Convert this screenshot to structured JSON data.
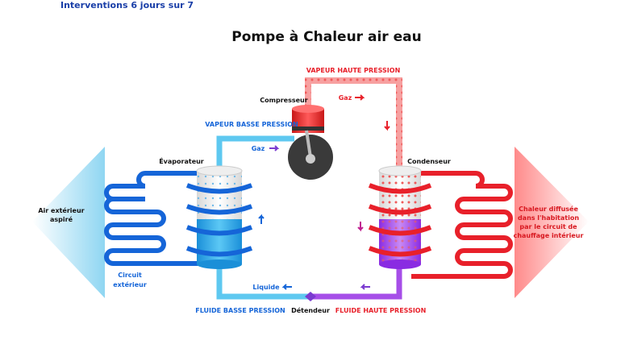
{
  "header_note": "Interventions 6 jours sur 7",
  "title": "Pompe à Chaleur air eau",
  "labels": {
    "vapeur_haute": "VAPEUR HAUTE PRESSION",
    "vapeur_basse": "VAPEUR BASSE PRESSION",
    "compresseur": "Compresseur",
    "gaz_top": "Gaz",
    "gaz_left": "Gaz",
    "evaporateur": "Évaporateur",
    "condenseur": "Condenseur",
    "air_line1": "Air extérieur",
    "air_line2": "aspiré",
    "circuit_line1": "Circuit",
    "circuit_line2": "extérieur",
    "chaleur_lines": [
      "Chaleur diffusée",
      "dans l'habitation",
      "par le circuit de",
      "chauffage intérieur"
    ],
    "liquide": "Liquide",
    "fluide_basse": "FLUIDE BASSE PRESSION",
    "detendeur": "Détendeur",
    "fluide_haute": "FLUIDE HAUTE PRESSION"
  },
  "colors": {
    "blue": "#1565d8",
    "light_blue": "#29aee6",
    "red": "#e8202a",
    "purple": "#9b3fe0",
    "dark_blue_text": "#1a3fa8"
  }
}
